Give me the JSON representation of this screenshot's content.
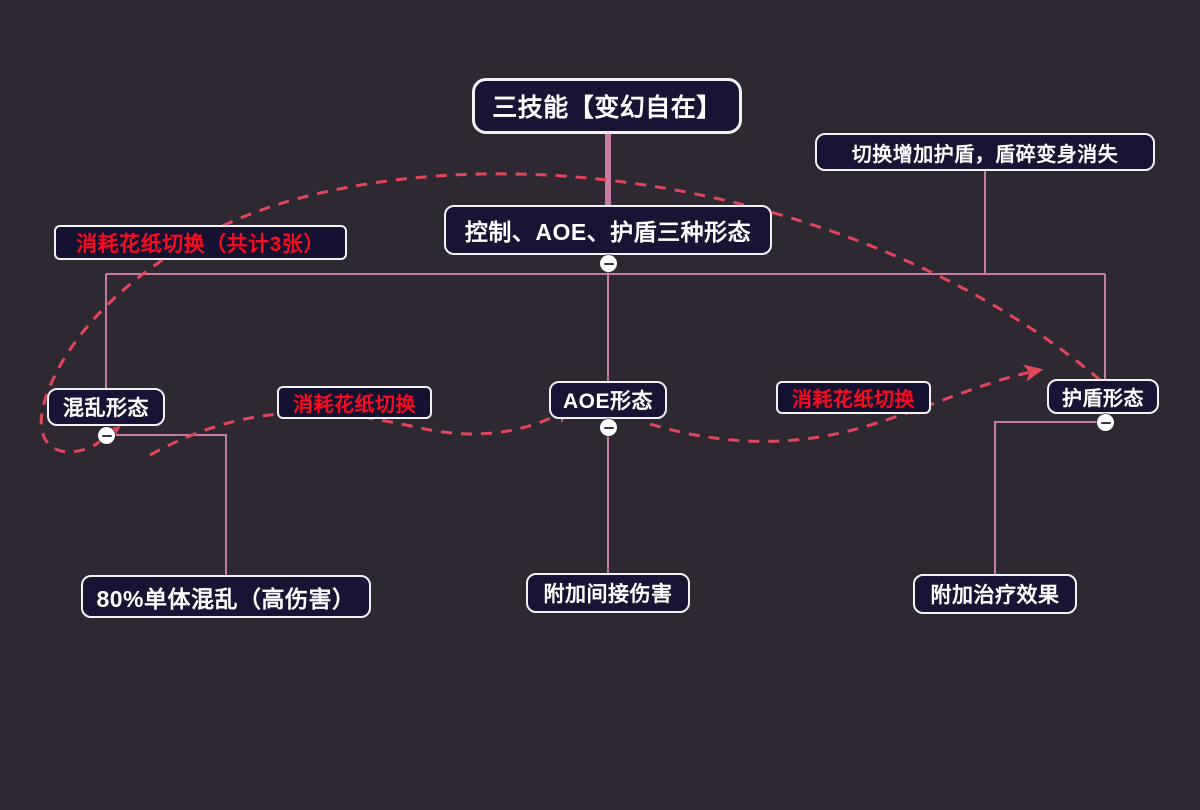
{
  "diagram": {
    "title": "三技能【变幻自在】技能结构图",
    "type": "mindmap",
    "background_color": "#2e2833",
    "node_fill_color": "#191433",
    "node_border_color": "#f2f2f5",
    "edge_color": "#c97ca3",
    "dashed_edge_color": "#e0475c",
    "red_text_color": "#fa0a1e"
  },
  "nodes": {
    "root": {
      "label": "三技能【变幻自在】"
    },
    "forms_summary": {
      "label": "控制、AOE、护盾三种形态"
    },
    "shield_note": {
      "label": "切换增加护盾，盾碎变身消失"
    },
    "swap_cost_total": {
      "label": "消耗花纸切换（共计3张）"
    },
    "form_chaos": {
      "label": "混乱形态"
    },
    "form_aoe": {
      "label": "AOE形态"
    },
    "form_shield": {
      "label": "护盾形态"
    },
    "swap_cost_left": {
      "label": "消耗花纸切换"
    },
    "swap_cost_right": {
      "label": "消耗花纸切换"
    },
    "effect_chaos": {
      "label": "80%单体混乱（高伤害）"
    },
    "effect_aoe": {
      "label": "附加间接伤害"
    },
    "effect_shield": {
      "label": "附加治疗效果"
    }
  },
  "toggles": {
    "forms_summary": "collapse-toggle",
    "form_chaos": "collapse-toggle",
    "form_aoe": "collapse-toggle",
    "form_shield": "collapse-toggle"
  }
}
